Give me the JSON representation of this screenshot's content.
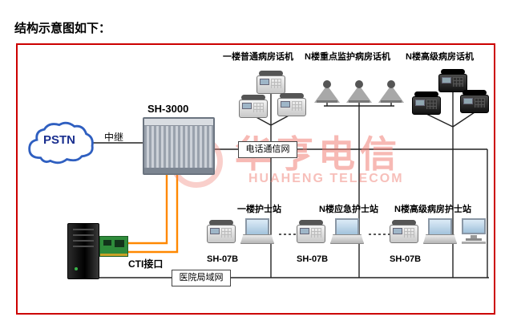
{
  "title": "结构示意图如下：",
  "diagram": {
    "pstn_label": "PSTN",
    "trunk_label": "中继",
    "switch_label": "SH-3000",
    "phone_net_label": "电话通信网",
    "lan_label": "医院局域网",
    "cti_label": "CTI接口",
    "watermark_cn": "华亨电信",
    "watermark_en": "HUAHENG TELECOM",
    "ward_groups": [
      {
        "label": "一楼普通病房话机"
      },
      {
        "label": "N楼重点监护病房话机"
      },
      {
        "label": "N楼高级病房话机"
      }
    ],
    "nurse_stations": [
      {
        "label": "一楼护士站",
        "device": "SH-07B"
      },
      {
        "label": "N楼应急护士站",
        "device": "SH-07B"
      },
      {
        "label": "N楼高级病房护士站",
        "device": "SH-07B"
      }
    ],
    "colors": {
      "border": "#cc0000",
      "accent_orange": "#ff8800",
      "watermark": "#f08076"
    }
  }
}
